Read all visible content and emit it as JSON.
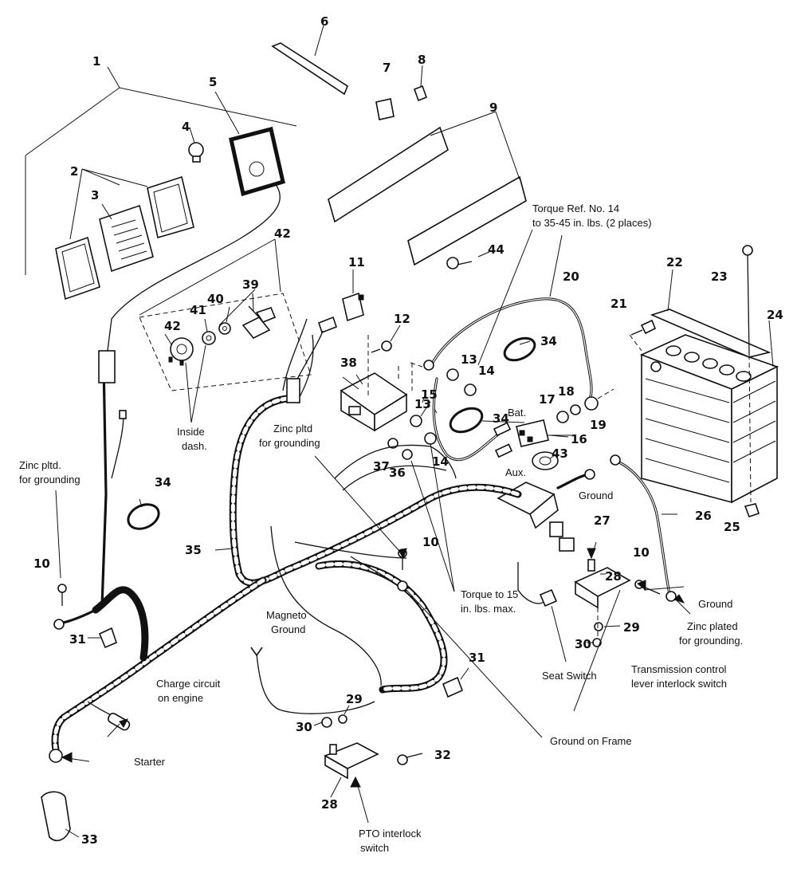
{
  "diagram": {
    "part_numbers": {
      "n1": "1",
      "n2": "2",
      "n3": "3",
      "n4": "4",
      "n5": "5",
      "n6": "6",
      "n7": "7",
      "n8": "8",
      "n9": "9",
      "n10a": "10",
      "n10b": "10",
      "n10c": "10",
      "n11": "11",
      "n12": "12",
      "n13a": "13",
      "n13b": "13",
      "n14a": "14",
      "n14b": "14",
      "n15": "15",
      "n16": "16",
      "n17": "17",
      "n18": "18",
      "n19": "19",
      "n20": "20",
      "n21": "21",
      "n22": "22",
      "n23": "23",
      "n24": "24",
      "n25": "25",
      "n26": "26",
      "n27": "27",
      "n28a": "28",
      "n28b": "28",
      "n29a": "29",
      "n29b": "29",
      "n30a": "30",
      "n30b": "30",
      "n31a": "31",
      "n31b": "31",
      "n32": "32",
      "n33": "33",
      "n34a": "34",
      "n34b": "34",
      "n34c": "34",
      "n35": "35",
      "n36": "36",
      "n37": "37",
      "n38": "38",
      "n39": "39",
      "n40": "40",
      "n41": "41",
      "n42a": "42",
      "n42b": "42",
      "n43": "43",
      "n44": "44"
    },
    "notes": {
      "torque_ref_1": "Torque Ref. No. 14",
      "torque_ref_2": "to 35-45 in. lbs. (2 places)",
      "inside_dash_1": "Inside",
      "inside_dash_2": "dash.",
      "zinc_pltd_left_1": "Zinc pltd.",
      "zinc_pltd_left_2": "for grounding",
      "zinc_pltd_center_1": "Zinc pltd",
      "zinc_pltd_center_2": "for grounding",
      "bat": "Bat.",
      "aux": "Aux.",
      "ground_upper": "Ground",
      "ground_lower": "Ground",
      "zinc_plated_1": "Zinc plated",
      "zinc_plated_2": "for grounding.",
      "torque_15_1": "Torque to 15",
      "torque_15_2": "in. lbs. max.",
      "magneto_1": "Magneto",
      "magneto_2": "Ground",
      "charge_1": "Charge circuit",
      "charge_2": "on engine",
      "starter": "Starter",
      "seat_switch": "Seat Switch",
      "transmission_1": "Transmission control",
      "transmission_2": "lever interlock switch",
      "ground_on_frame": "Ground on Frame",
      "pto_1": "PTO interlock",
      "pto_2": "switch"
    }
  }
}
